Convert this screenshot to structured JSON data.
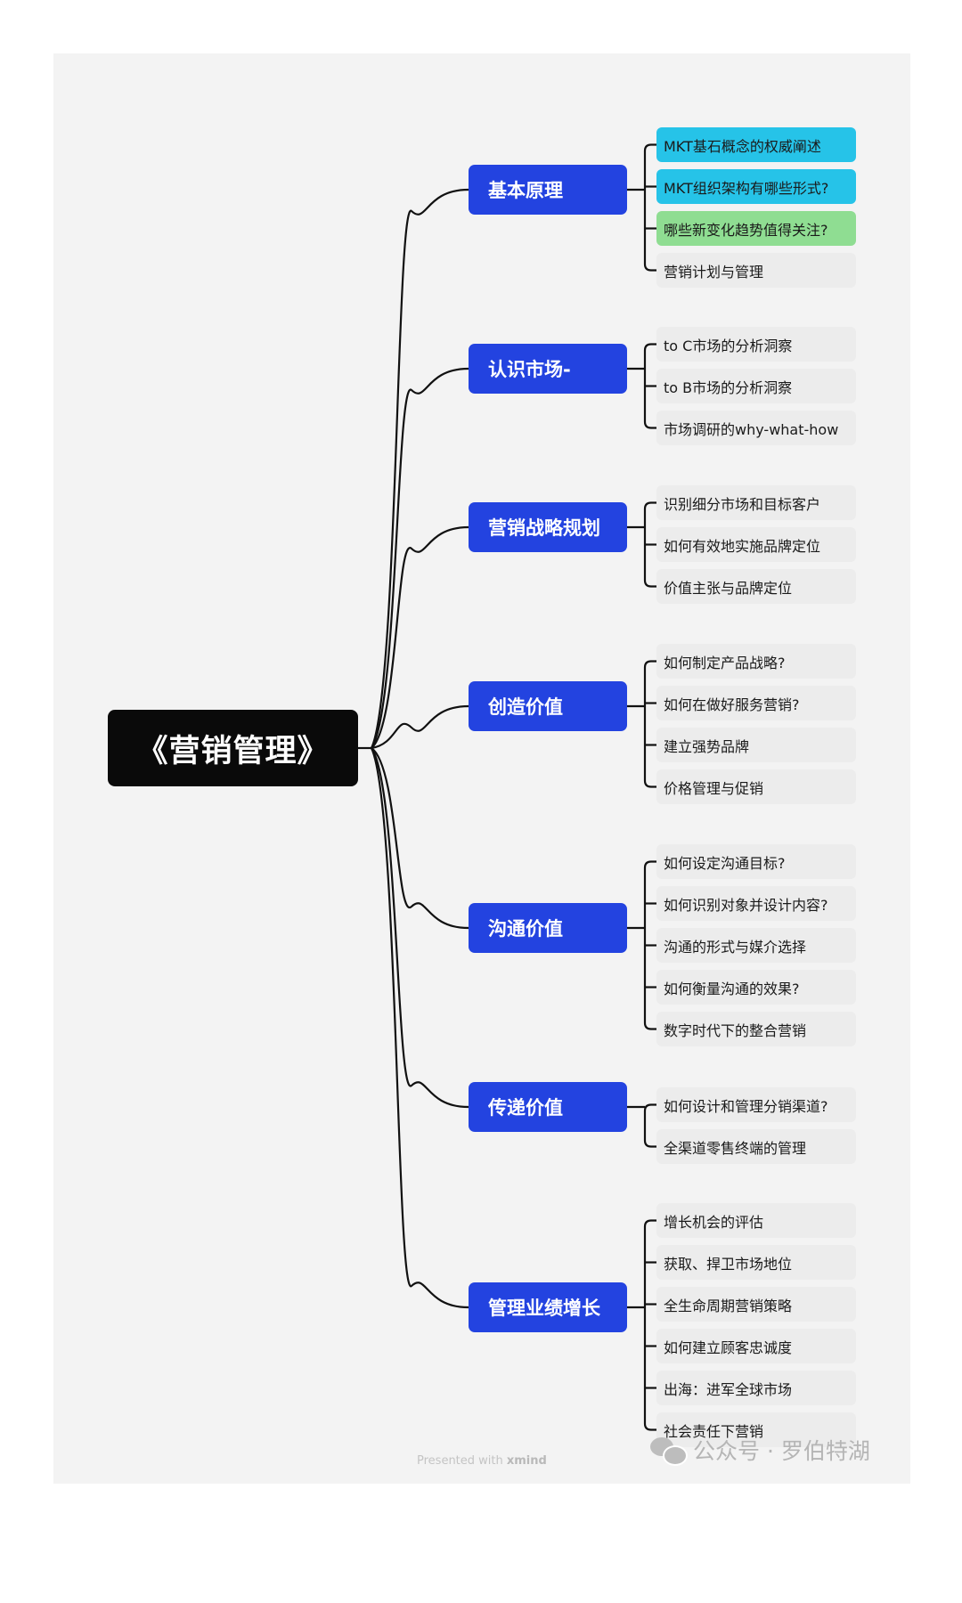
{
  "root": {
    "label": "《营销管理》"
  },
  "branches": [
    {
      "label": "基本原理",
      "children": [
        {
          "label": "MKT基石概念的权威阐述",
          "highlight": "#26c3e8"
        },
        {
          "label": "MKT组织架构有哪些形式?",
          "highlight": "#26c3e8"
        },
        {
          "label": "哪些新变化趋势值得关注?",
          "highlight": "#8fdd92"
        },
        {
          "label": "营销计划与管理"
        }
      ]
    },
    {
      "label": "认识市场-",
      "children": [
        {
          "label": "to C市场的分析洞察"
        },
        {
          "label": "to B市场的分析洞察"
        },
        {
          "label": "市场调研的why-what-how"
        }
      ]
    },
    {
      "label": "营销战略规划",
      "children": [
        {
          "label": "识别细分市场和目标客户"
        },
        {
          "label": "如何有效地实施品牌定位"
        },
        {
          "label": "价值主张与品牌定位"
        }
      ]
    },
    {
      "label": "创造价值",
      "children": [
        {
          "label": "如何制定产品战略?"
        },
        {
          "label": "如何在做好服务营销?"
        },
        {
          "label": "建立强势品牌"
        },
        {
          "label": "价格管理与促销"
        }
      ]
    },
    {
      "label": "沟通价值",
      "children": [
        {
          "label": "如何设定沟通目标?"
        },
        {
          "label": "如何识别对象并设计内容?"
        },
        {
          "label": "沟通的形式与媒介选择"
        },
        {
          "label": "如何衡量沟通的效果?"
        },
        {
          "label": "数字时代下的整合营销"
        }
      ]
    },
    {
      "label": "传递价值",
      "children": [
        {
          "label": "如何设计和管理分销渠道?"
        },
        {
          "label": "全渠道零售终端的管理"
        }
      ]
    },
    {
      "label": "管理业绩增长",
      "children": [
        {
          "label": "增长机会的评估"
        },
        {
          "label": "获取、捍卫市场地位"
        },
        {
          "label": "全生命周期营销策略"
        },
        {
          "label": "如何建立顾客忠诚度"
        },
        {
          "label": "出海：进军全球市场"
        },
        {
          "label": "社会责任下营销"
        }
      ]
    }
  ],
  "footer": {
    "presented": "Presented with ",
    "brand": "xmind"
  },
  "watermark": {
    "text": "公众号 · 罗伯特湖"
  },
  "colors": {
    "root": "#0a0a0a",
    "branch": "#2343e0",
    "leaf": "#ececec",
    "line": "#111111"
  }
}
